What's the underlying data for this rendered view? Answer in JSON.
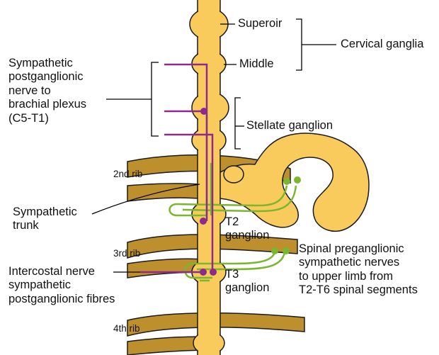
{
  "labels": {
    "superoir": "Superoir",
    "middle": "Middle",
    "cervical_ganglia": "Cervical ganglia",
    "stellate_ganglion": "Stellate ganglion",
    "postganglionic_nerve": [
      "Sympathetic",
      "postganglionic",
      "nerve to",
      "brachial plexus",
      "(C5-T1)"
    ],
    "rib_2": "2nd rib",
    "rib_3": "3rd rib",
    "rib_4": "4th rib",
    "sympathetic_trunk": [
      "Sympathetic",
      "trunk"
    ],
    "t2_ganglion": [
      "T2",
      "ganglion"
    ],
    "t3_ganglion": [
      "T3",
      "ganglion"
    ],
    "spinal_preganglionic": [
      "Spinal preganglionic",
      "sympathetic nerves",
      "to upper limb from",
      "T2-T6 spinal segments"
    ],
    "intercostal_nerve": [
      "Intercostal nerve",
      "sympathetic",
      "postganglionic fibres"
    ]
  },
  "colors": {
    "trunk_fill": "#F8CB5C",
    "trunk_outline": "#1A1A1A",
    "rib_fill": "#BE8F2D",
    "preganglionic_green": "#7AB62E",
    "postganglionic_purple": "#8E2A8B",
    "leader_line": "#000000"
  }
}
